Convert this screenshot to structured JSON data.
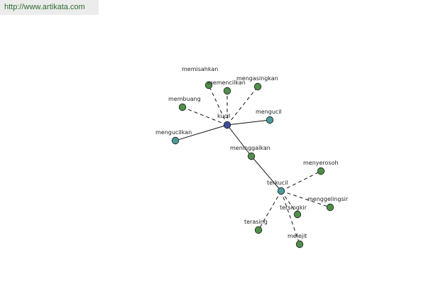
{
  "header": {
    "url": "http://www.artikata.com"
  },
  "colors": {
    "hub": "#3d4f9a",
    "teal": "#4a9a98",
    "green": "#4f8f4a"
  },
  "graph": {
    "nodes": [
      {
        "id": "kucil",
        "label": "kucil",
        "kind": "hub"
      },
      {
        "id": "memisahkan",
        "label": "memisahkan",
        "kind": "green"
      },
      {
        "id": "memencilkan",
        "label": "memencilkan",
        "kind": "green"
      },
      {
        "id": "mengasingkan",
        "label": "mengasingkan",
        "kind": "green"
      },
      {
        "id": "membuang",
        "label": "membuang",
        "kind": "green"
      },
      {
        "id": "mengucil",
        "label": "mengucil",
        "kind": "teal"
      },
      {
        "id": "mengucilkan",
        "label": "mengucilkan",
        "kind": "teal"
      },
      {
        "id": "meninggalkan",
        "label": "meninggalkan",
        "kind": "green"
      },
      {
        "id": "terkucil",
        "label": "terkucil",
        "kind": "teal"
      },
      {
        "id": "menyerosoh",
        "label": "menyerosoh",
        "kind": "green"
      },
      {
        "id": "menggelingsir",
        "label": "menggelingsir",
        "kind": "green"
      },
      {
        "id": "tersingkir",
        "label": "tersingkir",
        "kind": "green"
      },
      {
        "id": "terasing",
        "label": "terasing",
        "kind": "green"
      },
      {
        "id": "melejit",
        "label": "melejit",
        "kind": "green"
      }
    ],
    "edges": [
      {
        "from": "kucil",
        "to": "memisahkan",
        "style": "dashed"
      },
      {
        "from": "kucil",
        "to": "memencilkan",
        "style": "dashed"
      },
      {
        "from": "kucil",
        "to": "mengasingkan",
        "style": "dashed"
      },
      {
        "from": "kucil",
        "to": "membuang",
        "style": "dashed"
      },
      {
        "from": "kucil",
        "to": "mengucil",
        "style": "solid"
      },
      {
        "from": "kucil",
        "to": "mengucilkan",
        "style": "solid"
      },
      {
        "from": "kucil",
        "to": "meninggalkan",
        "style": "solid"
      },
      {
        "from": "meninggalkan",
        "to": "terkucil",
        "style": "solid"
      },
      {
        "from": "terkucil",
        "to": "menyerosoh",
        "style": "dashed"
      },
      {
        "from": "terkucil",
        "to": "menggelingsir",
        "style": "dashed"
      },
      {
        "from": "terkucil",
        "to": "tersingkir",
        "style": "dashed"
      },
      {
        "from": "terkucil",
        "to": "terasing",
        "style": "dashed"
      },
      {
        "from": "terkucil",
        "to": "melejit",
        "style": "dashed"
      }
    ]
  }
}
